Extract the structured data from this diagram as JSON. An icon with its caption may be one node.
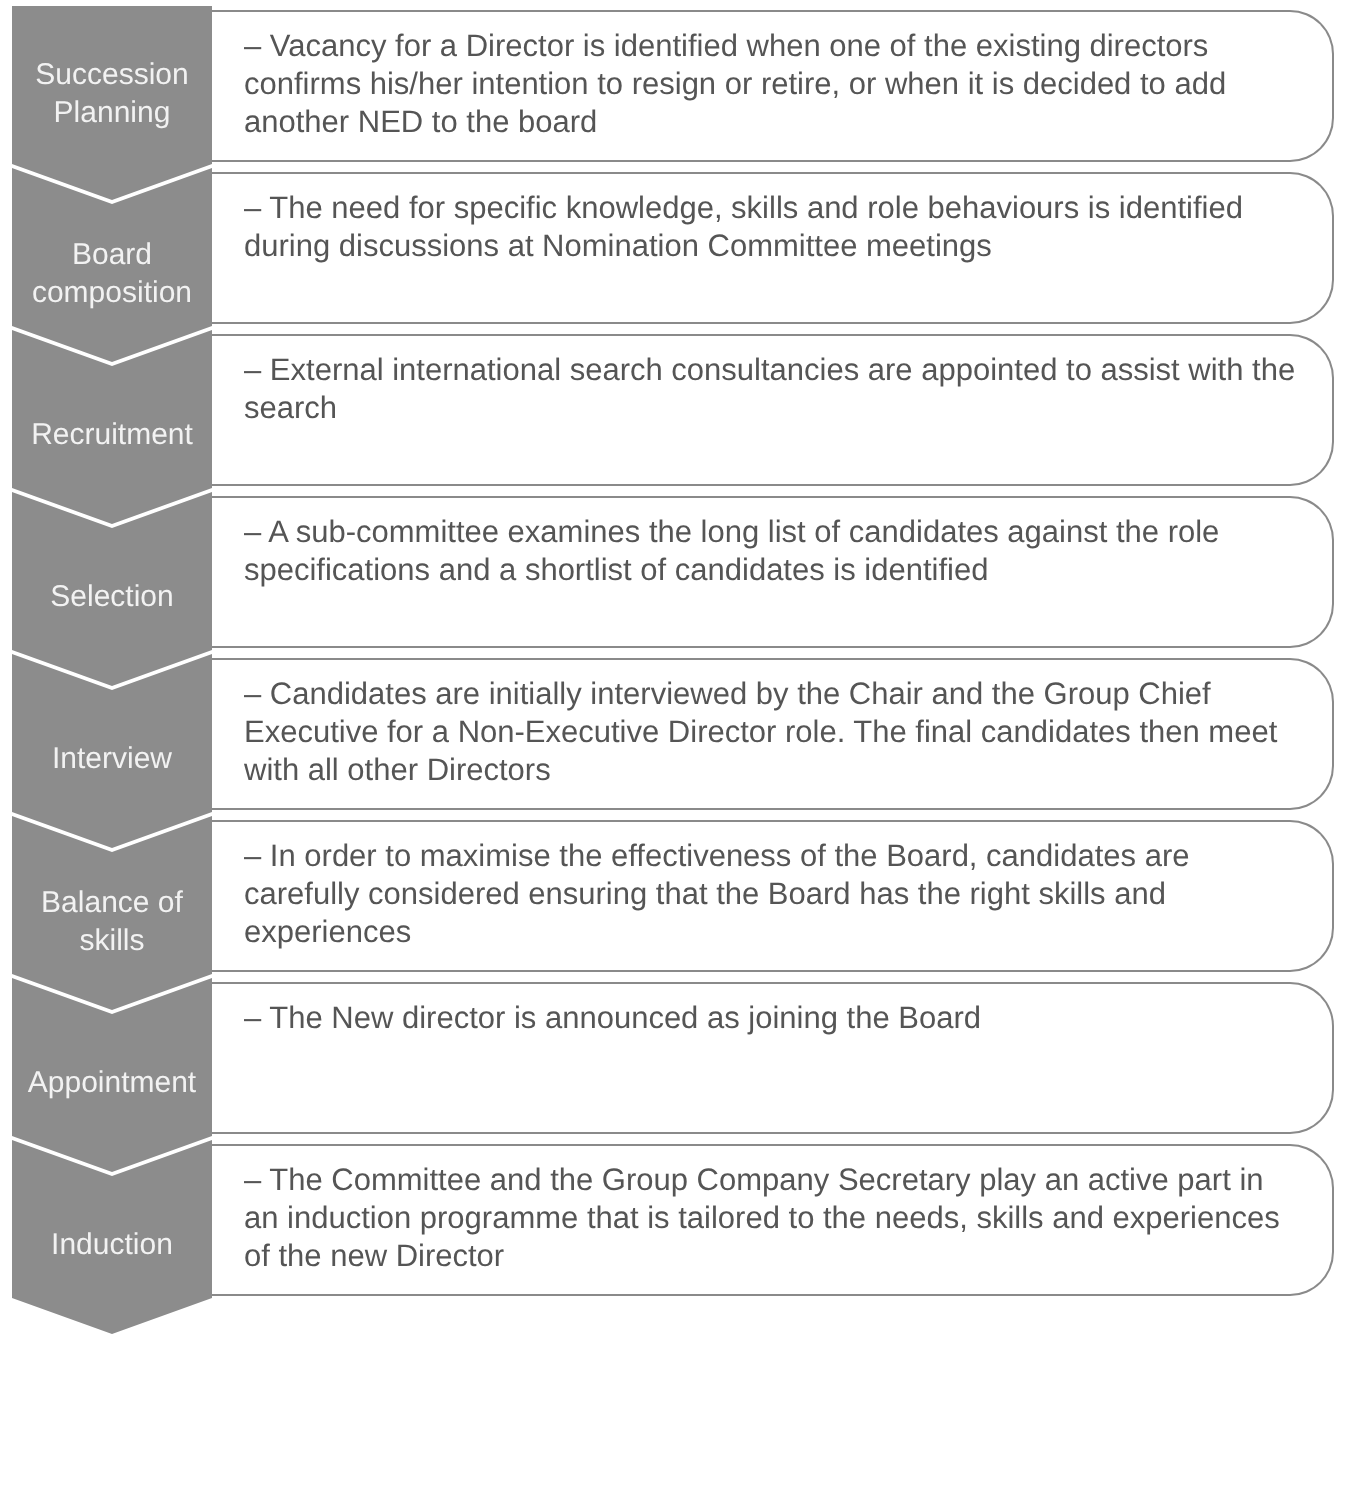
{
  "diagram": {
    "nodes": [
      {
        "text": [
          "Succession Planning"
        ]
      },
      {
        "text": [
          "– Vacancy for a Director is identified when one of the existing directors confirms his/her intention to resign or retire, or when it is decided to add another NED to the board"
        ]
      },
      {
        "text": [
          "Board composition"
        ]
      },
      {
        "text": [
          "– The need for specific knowledge, skills and role behaviours is identified during discussions at Nomination Committee meetings"
        ]
      },
      {
        "text": [
          "Recruitment"
        ]
      },
      {
        "text": [
          "– External international search consultancies are appointed to assist with the search"
        ]
      },
      {
        "text": [
          "Selection"
        ]
      },
      {
        "text": [
          "– A sub-committee examines the long list of candidates against the role specifications and a shortlist of candidates is identified"
        ]
      },
      {
        "text": [
          "Interview"
        ]
      },
      {
        "text": [
          "– Candidates are initially interviewed by the Chair and the Group Chief Executive for a Non-Executive Director role. The final candidates then meet with all other Directors"
        ]
      },
      {
        "text": [
          "Balance of skills"
        ]
      },
      {
        "text": [
          "– In order to maximise the effectiveness of the Board, candidates are carefully considered ensuring that the Board has the right skills and experiences"
        ]
      },
      {
        "text": [
          "Appointment"
        ]
      },
      {
        "text": [
          "– The New director is announced as joining the Board"
        ]
      },
      {
        "text": [
          "Induction"
        ]
      },
      {
        "text": [
          "– The Committee and the Group Company Secretary play an active part in an induction programme that is tailored to the needs, skills and experiences of the new Director"
        ]
      }
    ]
  }
}
